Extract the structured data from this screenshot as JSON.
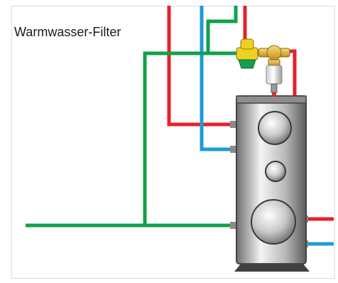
{
  "title": "Warmwasser-Filter",
  "colors": {
    "hot_pipe": "#e8202a",
    "cold_pipe": "#1e9bd7",
    "circulation_pipe": "#13a04a",
    "tank_steel": "#9a9a9a",
    "valve_brass": "#e3b33a",
    "valve_yellow": "#f0d020"
  },
  "icons": {
    "tank": "hot-water-storage-tank",
    "filter": "backwash-filter",
    "valve": "mixing-valve"
  }
}
